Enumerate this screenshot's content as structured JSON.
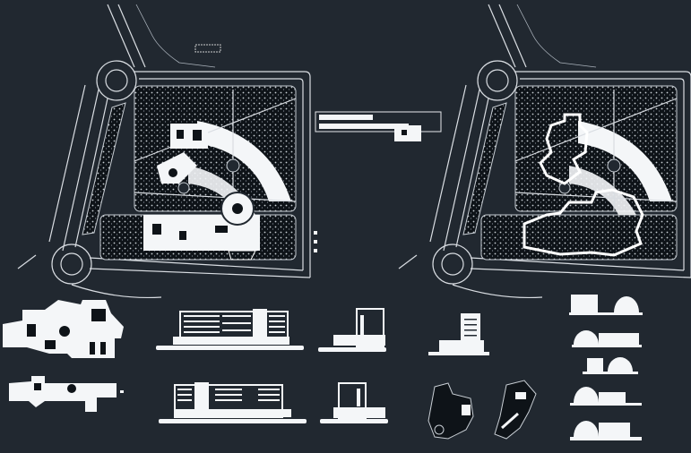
{
  "drawing": {
    "background_color": "#212830",
    "line_color": "#d9dde2",
    "fill_color": "#f4f6f8",
    "views": [
      "site-plan-detailed",
      "site-plan-outline",
      "strip-plan",
      "floor-plan-1",
      "floor-plan-2",
      "elevation-front",
      "elevation-rear",
      "elevation-side-1",
      "elevation-side-2",
      "elevation-tower",
      "plan-dark-1",
      "plan-dark-2",
      "small-elevations"
    ]
  }
}
